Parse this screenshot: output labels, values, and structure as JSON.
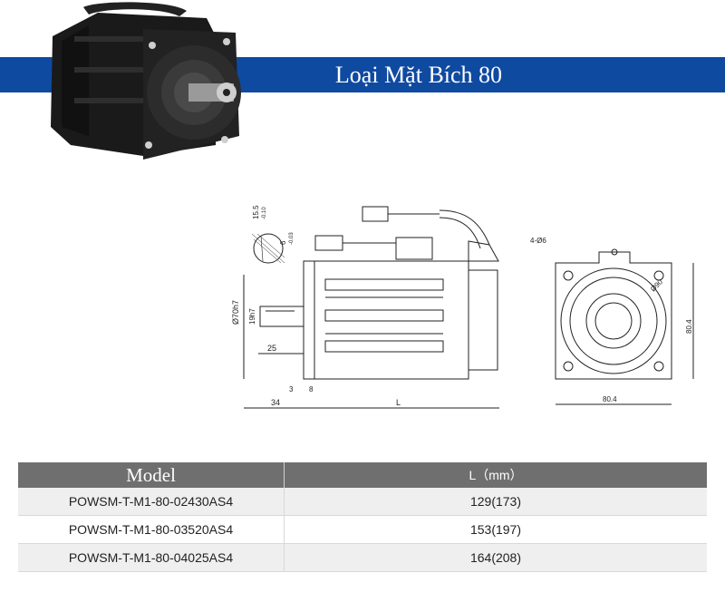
{
  "title": "Loại Mặt Bích 80",
  "drawing": {
    "labels": {
      "keyway_top": "15.5",
      "keyway_top_tol": "-0.10",
      "keyway_width": "6",
      "keyway_width_tol": "-0.03",
      "pilot_dia": "Ø70h7",
      "shaft_dia": "19h7",
      "shaft_len": "25",
      "flange_thk_a": "3",
      "flange_thk_b": "8",
      "front_len": "34",
      "body_len": "L",
      "holes": "4-Ø6",
      "pcd": "Ø90",
      "width": "80.4",
      "height": "80.4"
    }
  },
  "table": {
    "headers": [
      "Model",
      "L（mm）"
    ],
    "rows": [
      {
        "model": "POWSM-T-M1-80-02430AS4",
        "length": "129(173)"
      },
      {
        "model": "POWSM-T-M1-80-03520AS4",
        "length": "153(197)"
      },
      {
        "model": "POWSM-T-M1-80-04025AS4",
        "length": "164(208)"
      }
    ]
  }
}
